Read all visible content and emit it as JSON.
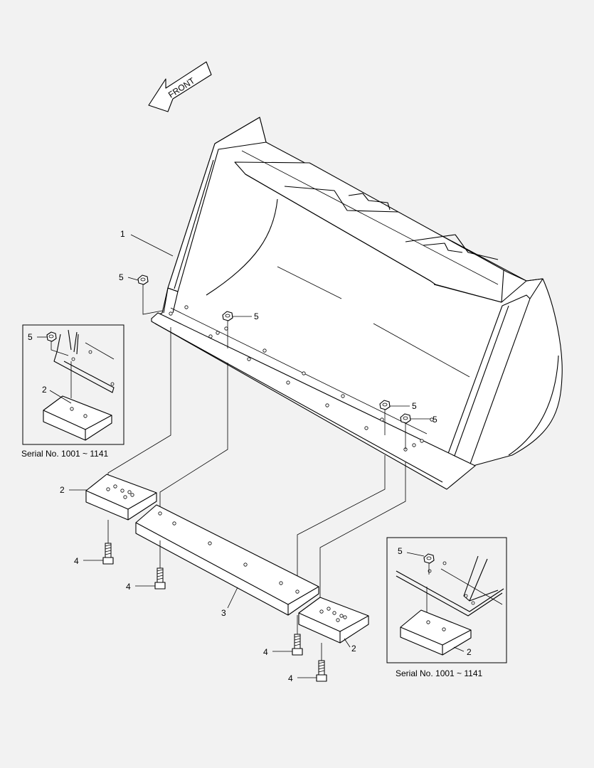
{
  "front_arrow": {
    "label": "FRONT",
    "icon": "front-direction-arrow-icon"
  },
  "callouts": [
    {
      "id": "c1",
      "number": "1"
    },
    {
      "id": "c5a",
      "number": "5"
    },
    {
      "id": "c5b",
      "number": "5"
    },
    {
      "id": "c5c",
      "number": "5"
    },
    {
      "id": "c5d",
      "number": "5"
    },
    {
      "id": "c5e",
      "number": "5"
    },
    {
      "id": "c5f",
      "number": "5"
    },
    {
      "id": "c2a",
      "number": "2"
    },
    {
      "id": "c2b",
      "number": "2"
    },
    {
      "id": "c2c",
      "number": "2"
    },
    {
      "id": "c2d",
      "number": "2"
    },
    {
      "id": "c3",
      "number": "3"
    },
    {
      "id": "c4a",
      "number": "4"
    },
    {
      "id": "c4b",
      "number": "4"
    },
    {
      "id": "c4c",
      "number": "4"
    },
    {
      "id": "c4d",
      "number": "4"
    }
  ],
  "insets": [
    {
      "caption": "Serial No. 1001 ~ 1141"
    },
    {
      "caption": "Serial No. 1001 ~ 1141"
    }
  ]
}
